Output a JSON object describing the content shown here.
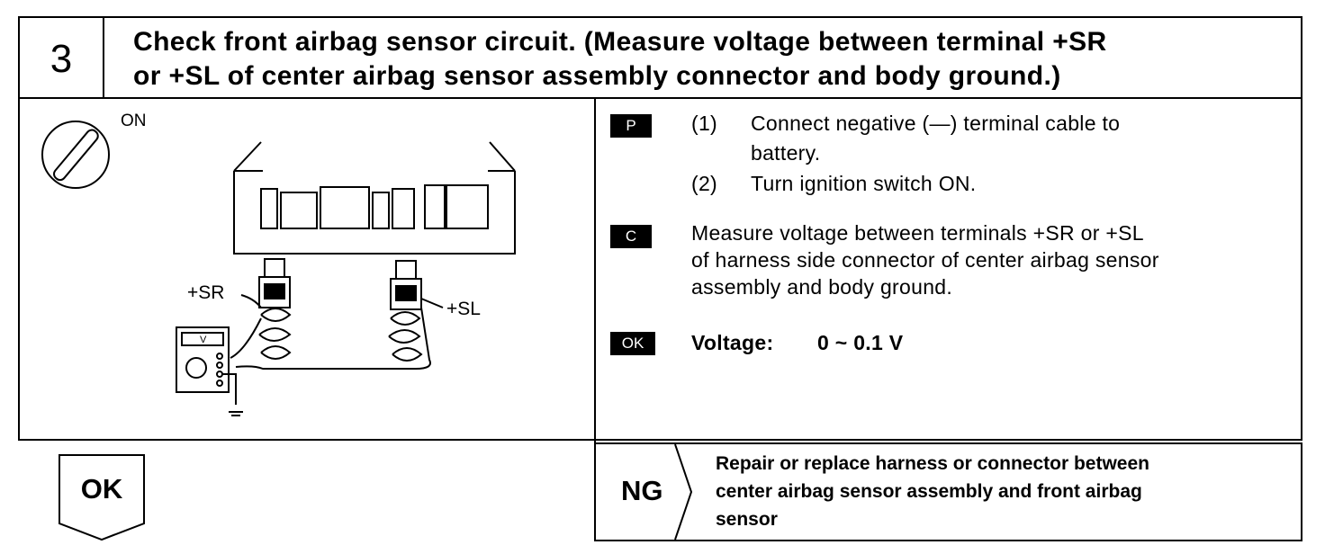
{
  "step": {
    "number": "3",
    "title_line1": "Check front airbag sensor circuit. (Measure voltage between terminal +SR",
    "title_line2": "or +SL of center airbag sensor assembly connector and body ground.)"
  },
  "diagram": {
    "ignition_label": "ON",
    "sr_label": "+SR",
    "sl_label": "+SL",
    "meter_label": "V",
    "icons": [
      "ignition-key-icon",
      "connector-diagram",
      "voltmeter-icon",
      "ground-icon"
    ]
  },
  "procedure": {
    "prep_badge": "P",
    "prep_steps": [
      {
        "num": "(1)",
        "text_line1": "Connect  negative  (—)  terminal  cable  to",
        "text_line2": "battery."
      },
      {
        "num": "(2)",
        "text_line1": "Turn ignition switch ON."
      }
    ],
    "check_badge": "C",
    "check_lines": [
      "Measure voltage between terminals +SR or +SL",
      "of harness side connector of center airbag sensor",
      "assembly and body ground."
    ],
    "ok_badge": "OK",
    "ok_label": "Voltage:",
    "ok_value": "0 ~ 0.1 V"
  },
  "result": {
    "ok_label": "OK",
    "ng_label": "NG",
    "ng_lines": [
      "Repair or replace harness or connector between",
      "center airbag sensor assembly and front airbag",
      "sensor"
    ]
  }
}
